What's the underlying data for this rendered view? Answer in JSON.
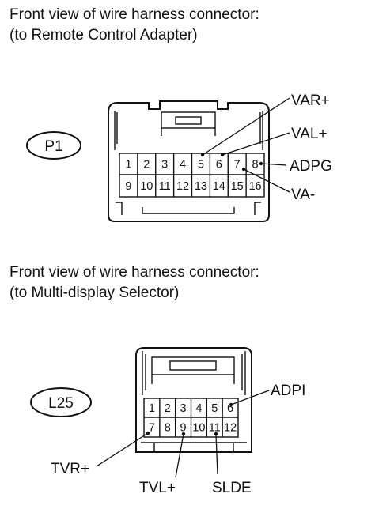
{
  "diagrams": [
    {
      "caption_line1": "Front view of wire harness connector:",
      "caption_line2": "(to Remote Control Adapter)",
      "connector_id": "P1",
      "pins_row1": [
        "1",
        "2",
        "3",
        "4",
        "5",
        "6",
        "7",
        "8"
      ],
      "pins_row2": [
        "9",
        "10",
        "11",
        "12",
        "13",
        "14",
        "15",
        "16"
      ],
      "terminals": [
        "VAR+",
        "VAL+",
        "ADPG",
        "VA-"
      ]
    },
    {
      "caption_line1": "Front view of wire harness connector:",
      "caption_line2": "(to Multi-display Selector)",
      "connector_id": "L25",
      "pins_row1": [
        "1",
        "2",
        "3",
        "4",
        "5",
        "6"
      ],
      "pins_row2": [
        "7",
        "8",
        "9",
        "10",
        "11",
        "12"
      ],
      "terminals": [
        "ADPI",
        "TVR+",
        "TVL+",
        "SLDE"
      ]
    }
  ]
}
